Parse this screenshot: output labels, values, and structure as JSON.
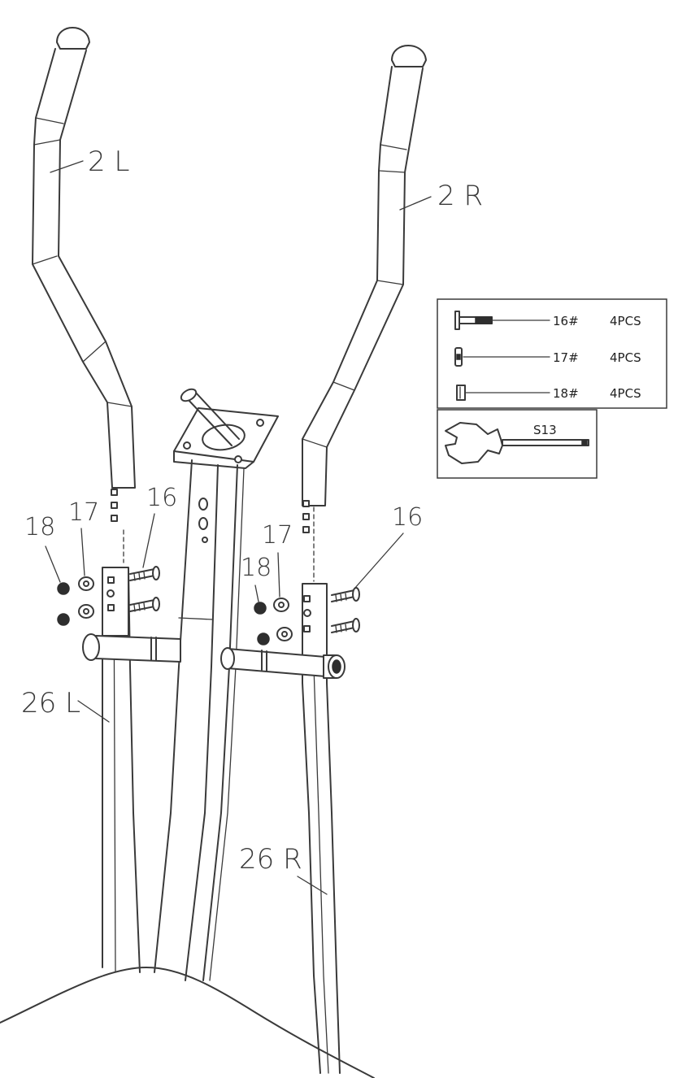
{
  "part_labels": {
    "handlebar_left": "2 L",
    "handlebar_right": "2 R",
    "lower_arm_left": "26 L",
    "lower_arm_right": "26 R",
    "bolt_left": "16",
    "washer_left": "17",
    "nut_left": "18",
    "bolt_right": "16",
    "washer_right": "17",
    "nut_right": "18"
  },
  "hardware_legend": {
    "items": [
      {
        "part": "16#",
        "qty": "4PCS",
        "icon": "carriage-bolt-icon"
      },
      {
        "part": "17#",
        "qty": "4PCS",
        "icon": "washer-icon"
      },
      {
        "part": "18#",
        "qty": "4PCS",
        "icon": "nut-icon"
      }
    ],
    "tool": {
      "label": "S13",
      "icon": "wrench-icon"
    }
  }
}
